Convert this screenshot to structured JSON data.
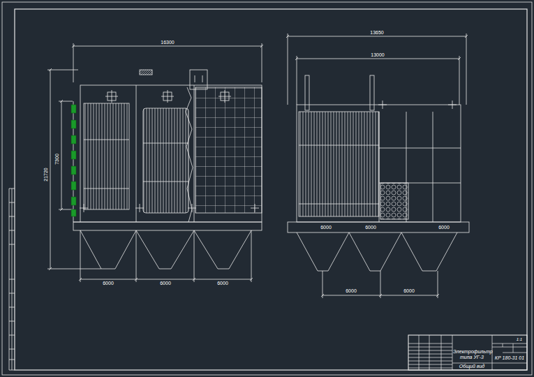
{
  "diagram": {
    "labels": [
      "16300",
      "13650",
      "13000",
      "21720",
      "7300",
      "6000",
      "6000",
      "6000",
      "6000",
      "6000",
      "6000",
      "6000",
      "6000",
      "Электрофильтр типа УГ-3",
      "Общий вид",
      "1:1",
      "КР 180-31 01"
    ]
  }
}
